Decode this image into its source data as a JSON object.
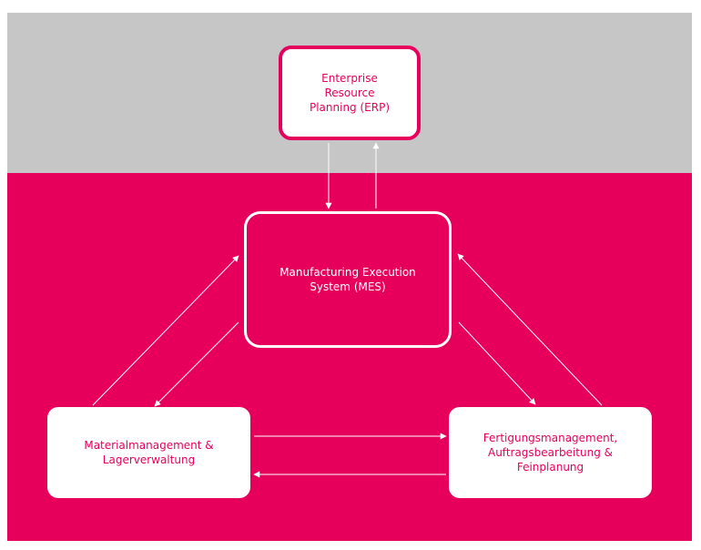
{
  "colors": {
    "accent": "#e6005c",
    "top_band": "#c6c6c6",
    "box_fill": "#ffffff"
  },
  "nodes": {
    "erp": "Enterprise\nResource\nPlanning (ERP)",
    "mes": "Manufacturing Execution\nSystem  (MES)",
    "material": "Materialmanagement  &\nLagerverwaltung",
    "production": "Fertigungsmanagement,\nAuftragsbearbeitung &\nFeinplanung"
  }
}
